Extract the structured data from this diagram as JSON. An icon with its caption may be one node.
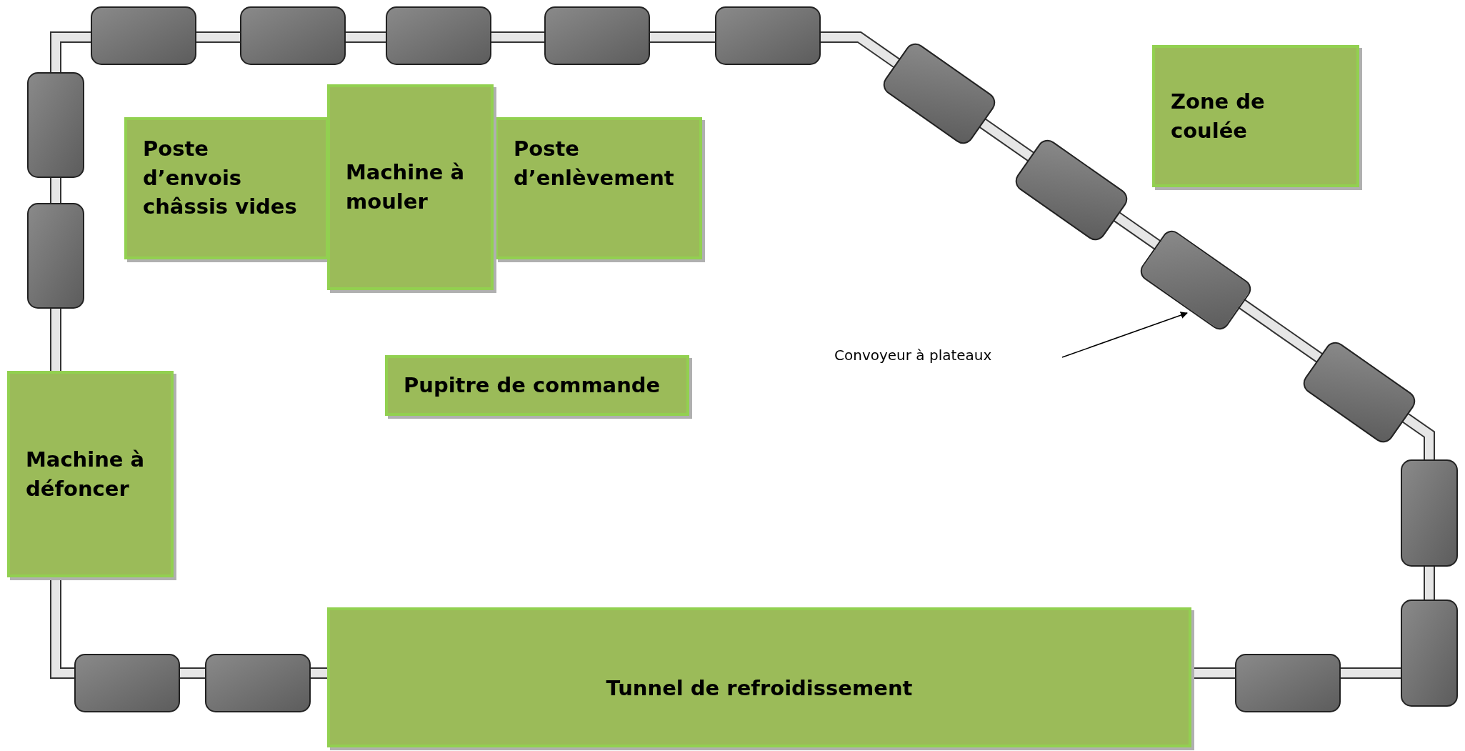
{
  "diagram": {
    "nodes": [
      {
        "text": [
          "Poste d’envois châssis vides"
        ]
      },
      {
        "text": [
          "Machine à mouler"
        ]
      },
      {
        "text": [
          "Poste d’enlèvement"
        ]
      },
      {
        "text": [
          "Zone de coulée"
        ]
      },
      {
        "text": [
          "Pupitre de commande"
        ]
      },
      {
        "text": [
          "Machine à défoncer"
        ]
      },
      {
        "text": [
          "Tunnel de refroidissement"
        ]
      },
      {
        "text": [
          "Convoyeur à plateaux"
        ]
      },
      {
        "text": [],
        "shape": "box"
      }
    ],
    "edges": [
      {
        "from": 7,
        "to": 8,
        "arrow": "to"
      }
    ]
  }
}
